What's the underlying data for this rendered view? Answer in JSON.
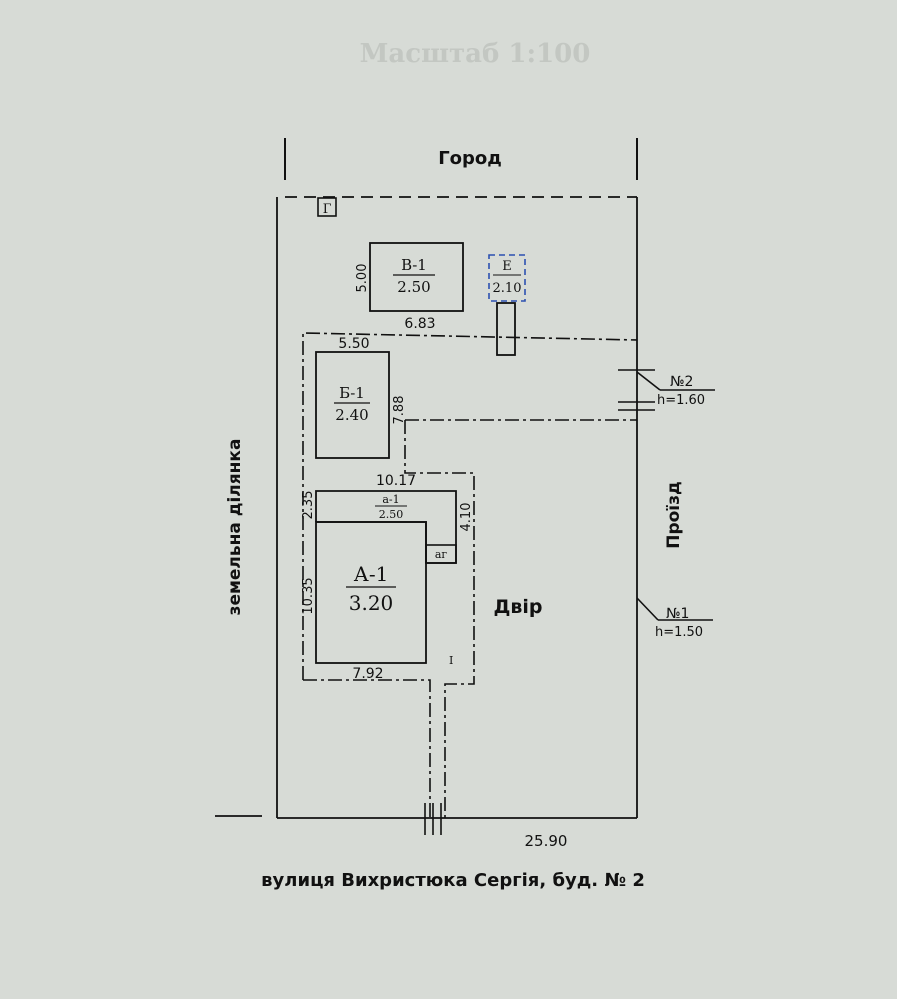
{
  "labels": {
    "top_faint": "Масштаб 1:100",
    "garden": "Город",
    "yard": "Двір",
    "passage": "Проїзд",
    "neighbor_plot": "земельна ділянка",
    "street": "вулиця Вихристюка Сергія, буд. № 2",
    "building_a": "А-1",
    "building_a_h": "3.20",
    "building_b": "Б-1",
    "building_b_h": "2.40",
    "building_v": "В-1",
    "building_v_h": "2.50",
    "building_e": "Е",
    "building_e_h": "2.10",
    "annex_a": "а-1",
    "annex_a_h": "2.50",
    "annex_ag": "аг",
    "marker_g": "Г",
    "roman_one": "I",
    "gate1": "№1",
    "gate1_h": "h=1.50",
    "gate2": "№2",
    "gate2_h": "h=1.60"
  },
  "dimensions": {
    "v_height": "5.00",
    "v_width": "6.83",
    "b_width": "5.50",
    "b_height": "7.88",
    "annex_width": "10.17",
    "annex_left": "2.35",
    "annex_right": "4.10",
    "a_height": "10.35",
    "a_width": "7.92",
    "plot_width": "25.90"
  }
}
